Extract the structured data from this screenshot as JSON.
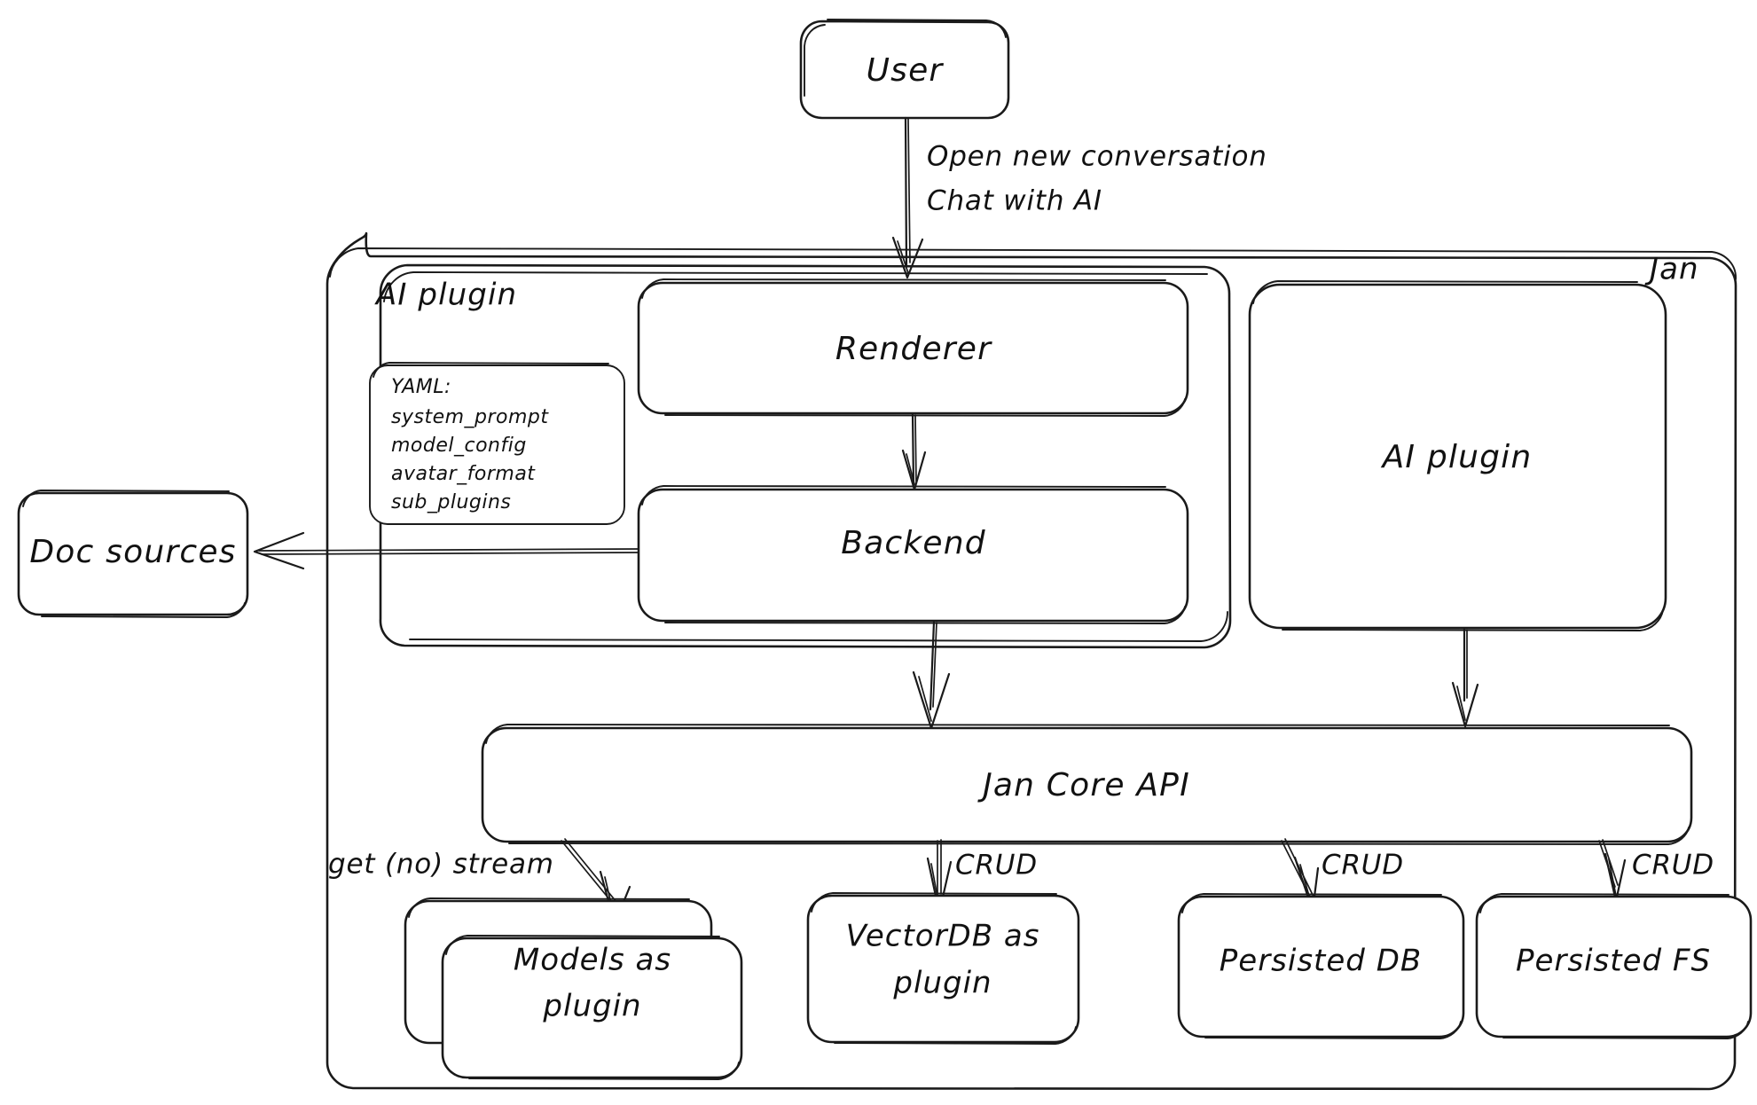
{
  "diagram": {
    "title_label": "Jan",
    "style": "hand-drawn sketch architecture diagram",
    "stroke_color": "#1a1a1a",
    "background_color": "#ffffff"
  },
  "nodes": {
    "user": {
      "label": "User"
    },
    "doc_sources": {
      "label": "Doc sources"
    },
    "ai_plugin_group": {
      "label": "AI plugin"
    },
    "renderer": {
      "label": "Renderer"
    },
    "backend": {
      "label": "Backend"
    },
    "ai_plugin_box": {
      "label": "AI plugin"
    },
    "jan_core_api": {
      "label": "Jan Core API"
    },
    "models_plugin": {
      "label_line1": "Models as",
      "label_line2": "plugin"
    },
    "vectordb_plugin": {
      "label_line1": "VectorDB as",
      "label_line2": "plugin"
    },
    "persisted_db": {
      "label": "Persisted DB"
    },
    "persisted_fs": {
      "label": "Persisted FS"
    }
  },
  "yaml_card": {
    "header": "YAML:",
    "items": [
      "system_prompt",
      "model_config",
      "avatar_format",
      "sub_plugins"
    ]
  },
  "edges": {
    "user_to_renderer": {
      "line1": "Open new conversation",
      "line2": "Chat with AI"
    },
    "api_to_models": {
      "label": "get (no) stream"
    },
    "api_to_vectordb": {
      "label": "CRUD"
    },
    "api_to_persisted_db": {
      "label": "CRUD"
    },
    "api_to_persisted_fs": {
      "label": "CRUD"
    }
  }
}
